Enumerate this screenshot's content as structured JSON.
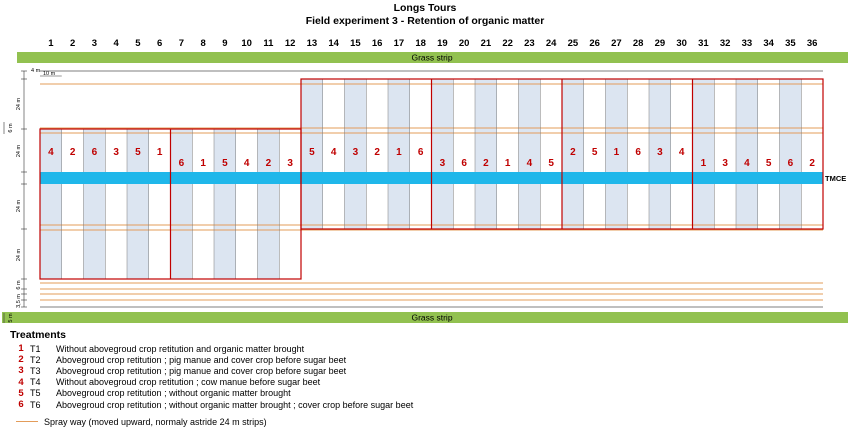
{
  "title": "Longs Tours",
  "subtitle": "Field experiment 3 - Retention of organic matter",
  "column_numbers": [
    "1",
    "2",
    "3",
    "4",
    "5",
    "6",
    "7",
    "8",
    "9",
    "10",
    "11",
    "12",
    "13",
    "14",
    "15",
    "16",
    "17",
    "18",
    "19",
    "20",
    "21",
    "22",
    "23",
    "24",
    "25",
    "26",
    "27",
    "28",
    "29",
    "30",
    "31",
    "32",
    "33",
    "34",
    "35",
    "36"
  ],
  "grass_strip_label": "Grass strip",
  "tmce_label": "TMCE",
  "dimension_labels": {
    "top_spacing": "4 m",
    "plot_width": "10 m",
    "top_band": "24 m",
    "upper_gap": "6 m",
    "mid_upper": "24 m",
    "mid_lower": "24 m",
    "lower_band": "24 m",
    "bottom_small_1": "6 m",
    "bottom_small_2": "3,5 m",
    "bottom_gap": "5 m"
  },
  "plot_treatments": [
    "4",
    "2",
    "6",
    "3",
    "5",
    "1",
    "6",
    "1",
    "5",
    "4",
    "2",
    "3",
    "5",
    "4",
    "3",
    "2",
    "1",
    "6",
    "3",
    "6",
    "2",
    "1",
    "4",
    "5",
    "2",
    "5",
    "1",
    "6",
    "3",
    "4",
    "1",
    "3",
    "4",
    "5",
    "6",
    "2"
  ],
  "shaded_columns": [
    1,
    3,
    5,
    7,
    9,
    11,
    13,
    15,
    17,
    19,
    21,
    23,
    25,
    27,
    29,
    31,
    33,
    35
  ],
  "colors": {
    "grass": "#92c150",
    "tmce": "#1fb7ea",
    "plot_border": "#c00000",
    "plot_shade": "#dce5f1",
    "spray_way": "#e39c5a",
    "treatment_number": "#c00000"
  },
  "legend": {
    "heading": "Treatments",
    "items": [
      {
        "num": "1",
        "code": "T1",
        "text": "Without abovegroud crop retitution and organic matter brought"
      },
      {
        "num": "2",
        "code": "T2",
        "text": "Abovegroud crop retitution ; pig manue and cover crop before sugar beet"
      },
      {
        "num": "3",
        "code": "T3",
        "text": "Abovegroud crop retitution ; pig manue and cover crop before sugar beet"
      },
      {
        "num": "4",
        "code": "T4",
        "text": "Without abovegroud crop retitution ; cow manue before sugar beet"
      },
      {
        "num": "5",
        "code": "T5",
        "text": "Abovegroud crop retitution ; without organic matter brought"
      },
      {
        "num": "6",
        "code": "T6",
        "text": "Abovegroud crop retitution ; without organic matter brought ; cover crop before sugar beet"
      }
    ],
    "spray_way": "Spray way (moved upward, normaly astride 24 m strips)"
  }
}
